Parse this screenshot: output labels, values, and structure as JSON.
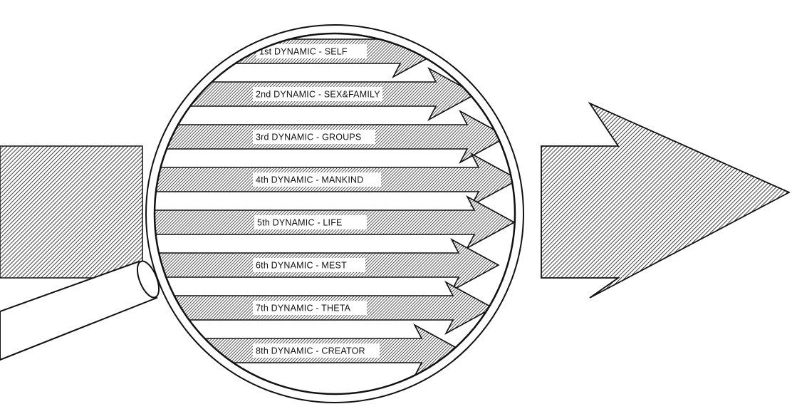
{
  "colors": {
    "ink": "#111111",
    "paper": "#ffffff"
  },
  "icons": {
    "magnifier": "magnifying-glass-icon",
    "big_arrow": "large-arrow-icon"
  },
  "dynamics": [
    {
      "label": "1st DYNAMIC - SELF"
    },
    {
      "label": "2nd DYNAMIC - SEX&FAMILY"
    },
    {
      "label": "3rd DYNAMIC - GROUPS"
    },
    {
      "label": "4th DYNAMIC - MANKIND"
    },
    {
      "label": "5th DYNAMIC - LIFE"
    },
    {
      "label": "6th DYNAMIC - MEST"
    },
    {
      "label": "7th DYNAMIC - THETA"
    },
    {
      "label": "8th DYNAMIC - CREATOR"
    }
  ]
}
